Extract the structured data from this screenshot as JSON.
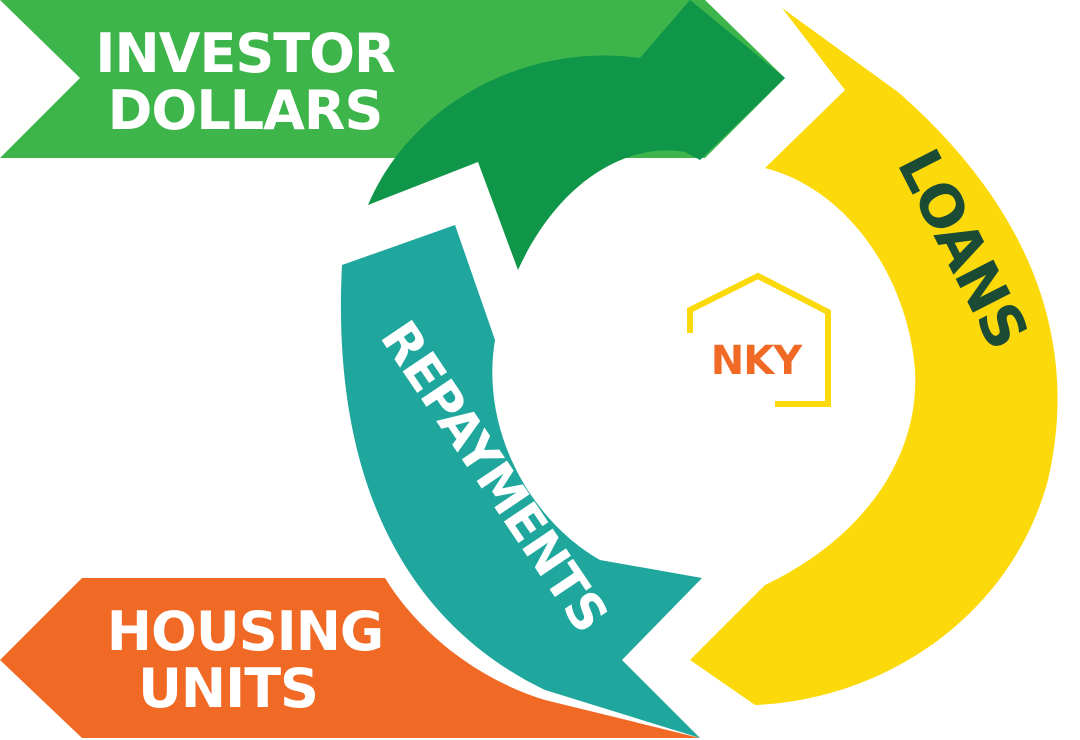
{
  "diagram": {
    "investor": {
      "line1": "INVESTOR",
      "line2": "DOLLARS"
    },
    "loans": {
      "label": "LOANS"
    },
    "repayments": {
      "label": "REPAYMENTS"
    },
    "housing": {
      "line1": "HOUSING",
      "line2": "UNITS"
    },
    "logo": {
      "text": "NKY"
    }
  },
  "colors": {
    "green_light": "#3db54b",
    "green_dark": "#0f9648",
    "yellow": "#fbd90a",
    "teal": "#1fa79d",
    "orange": "#f16a25",
    "loans_text": "#1b4a35",
    "logo_text": "#f16a25",
    "logo_outline": "#fbd90a",
    "white": "#ffffff"
  }
}
